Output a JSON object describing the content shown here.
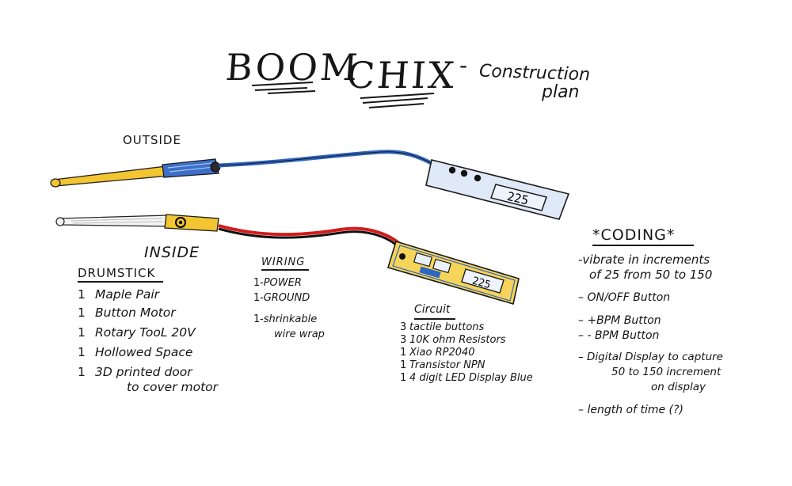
{
  "title": {
    "boom": "BOOM",
    "chix": "CHIX",
    "dash": "-",
    "construction": "Construction",
    "plan": "plan"
  },
  "labels": {
    "outside": "OUTSIDE",
    "inside": "INSIDE",
    "display_outside": "225",
    "display_inside": "225"
  },
  "drumstick": {
    "heading": "DRUMSTICK",
    "items": [
      {
        "qty": "1",
        "text": "Maple Pair"
      },
      {
        "qty": "1",
        "text": "Button Motor"
      },
      {
        "qty": "1",
        "text": "Rotary TooL 20V"
      },
      {
        "qty": "1",
        "text": "Hollowed Space"
      },
      {
        "qty": "1",
        "text": "3D printed door",
        "cont": "to cover motor"
      }
    ]
  },
  "wiring": {
    "heading": "WIRING",
    "items": [
      {
        "qty": "1",
        "text": "-POWER"
      },
      {
        "qty": "1",
        "text": "-GROUND"
      },
      {
        "qty": "1",
        "text": "-shrinkable",
        "cont": "wire wrap"
      }
    ]
  },
  "circuit": {
    "heading": "Circuit",
    "items": [
      {
        "qty": "3",
        "text": "tactile buttons"
      },
      {
        "qty": "3",
        "text": "10K ohm Resistors"
      },
      {
        "qty": "1",
        "text": "Xiao RP2040"
      },
      {
        "qty": "1",
        "text": "Transistor NPN"
      },
      {
        "qty": "1",
        "text": "4 digit LED Display Blue"
      }
    ]
  },
  "coding": {
    "heading": "*CODING*",
    "items": [
      {
        "text": "-vibrate in increments",
        "cont": "of 25 from  50 to 150"
      },
      {
        "text": "– ON/OFF Button"
      },
      {
        "text": "– +BPM Button"
      },
      {
        "text": "–  - BPM Button"
      },
      {
        "text": "– Digital Display to capture",
        "cont": "50 to 150 increment",
        "cont2": "on display"
      },
      {
        "text": "– length of time (?)"
      }
    ]
  },
  "colors": {
    "ink": "#161616",
    "wood": "#f2c531",
    "wire_blue": "#2f66c4",
    "wire_red": "#d41b1b",
    "wire_black": "#111111",
    "board_blue": "#dfe9f7",
    "board_yellow": "#f6d45a"
  }
}
